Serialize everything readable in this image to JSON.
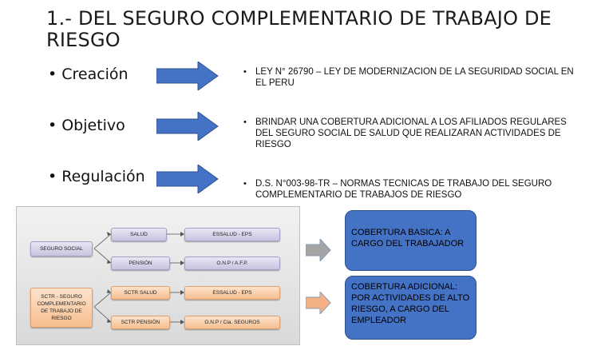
{
  "title": "1.- DEL SEGURO COMPLEMENTARIO DE TRABAJO DE RIESGO",
  "rows": [
    {
      "topic": "Creación",
      "description": "LEY N° 26790 – LEY DE MODERNIZACION DE LA SEGURIDAD SOCIAL EN EL PERU"
    },
    {
      "topic": "Objetivo",
      "description": "BRINDAR UNA COBERTURA ADICIONAL A LOS AFILIADOS REGULARES DEL SEGURO SOCIAL DE SALUD QUE REALIZARAN ACTIVIDADES DE RIESGO"
    },
    {
      "topic": "Regulación",
      "description": "D.S. N°003-98-TR – NORMAS TECNICAS DE TRABAJO DEL SEGURO COMPLEMENTARIO DE TRABAJOS DE RIESGO"
    }
  ],
  "bullet": "•",
  "diagram": {
    "seguro_social": "SEGURO SOCIAL",
    "salud": "SALUD",
    "essalud_eps": "ESSALUD - EPS",
    "pension": "PENSIÓN",
    "onp_afp": "O.N.P / A.F.P.",
    "sctr": "SCTR - SEGURO COMPLEMENTARIO DE TRABAJO DE RIESGO",
    "sctr_salud": "SCTR SALUD",
    "essalud_eps_2": "ESSALUD - EPS",
    "sctr_pension": "SCTR PENSIÓN",
    "onp_seguros": "O.N.P / Cía. SEGUROS"
  },
  "coverage": [
    {
      "text": "COBERTURA BASICA: A CARGO DEL TRABAJADOR"
    },
    {
      "text": "COBERTURA ADICIONAL: POR ACTIVIDADES DE ALTO RIESGO, A CARGO DEL EMPLEADOR"
    }
  ],
  "colors": {
    "arrow_blue": "#4472c4",
    "arrow_gray": "#a5a5a5",
    "arrow_orange": "#f4b183",
    "box_blue": "#4472c4"
  }
}
